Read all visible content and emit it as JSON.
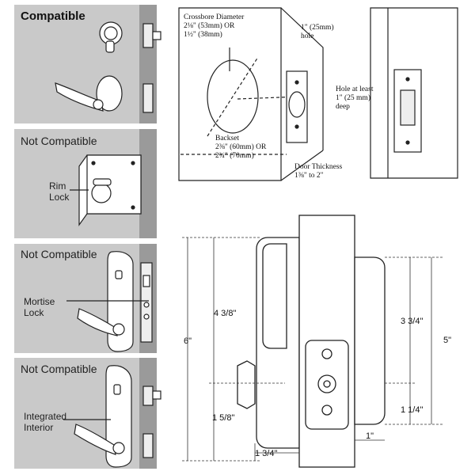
{
  "panels": [
    {
      "title": "Compatible",
      "label": ""
    },
    {
      "title": "Not Compatible",
      "label": "Rim\nLock"
    },
    {
      "title": "Not Compatible",
      "label": "Mortise\nLock"
    },
    {
      "title": "Not Compatible",
      "label": "Integrated\nInterior"
    }
  ],
  "door_prep": {
    "crossbore": "Crossbore Diameter\n2⅛\" (53mm) OR\n1½\" (38mm)",
    "hole": "1\" (25mm)\nhole",
    "backset": "Backset\n2⅜\" (60mm) OR\n2¾\" (70mm)",
    "door_thickness": "Door Thickness\n1⅜\" to 2\"",
    "hole_depth": "Hole at least\n1\" (25 mm)\ndeep"
  },
  "dimensions": {
    "overall_height": "6\"",
    "upper_height": "4 3/8\"",
    "lower_height": "1 5/8\"",
    "projection": "1 3/4\"",
    "rear_upper": "3 3/4\"",
    "rear_lower": "1 1/4\"",
    "rear_height": "5\"",
    "depth": "1\""
  }
}
